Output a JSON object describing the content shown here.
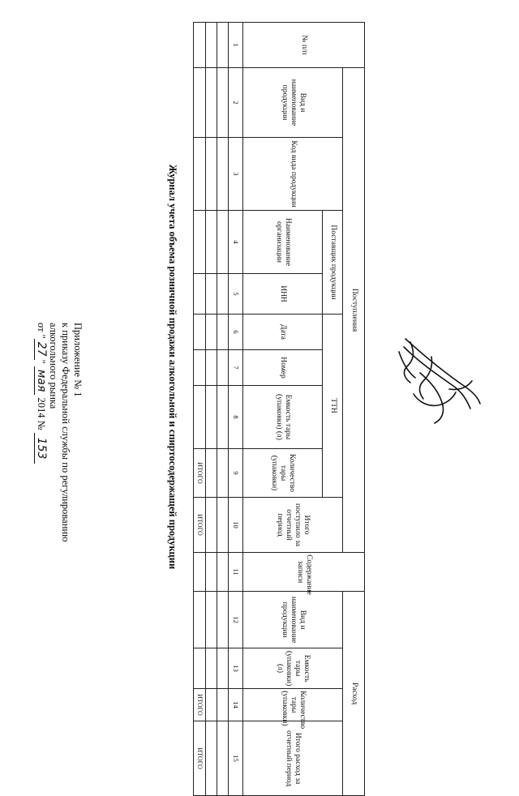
{
  "appendix": {
    "line1": "Приложение № 1",
    "line2": "к приказу Федеральной службы по регулированию",
    "line3": "алкогольного рынка",
    "date_prefix": "от \"",
    "date_day": "27",
    "date_mid": "\"",
    "date_month": "мая",
    "date_year": "2014 №",
    "number": "153"
  },
  "journal_title": "Журнал учета объема розничной продажи алкогольной и спиртосодержащей продукции",
  "table": {
    "col_no": "№ п/п",
    "col_product": "Вид и наименование продукции",
    "col_code": "Код вида продукции",
    "group_receipts": "Поступления",
    "group_supplier": "Поставщик продукции",
    "col_org_name": "Наименование организации",
    "col_inn": "ИНН",
    "group_ttn": "ТТН",
    "col_date": "Дата",
    "col_number": "Номер",
    "col_capacity_in": "Емкость тары (упаковки) (л)",
    "col_qty_in": "Количество тары (упаковки)",
    "col_total_in": "Итого поступило за отчетный период",
    "col_record": "Содержание записи",
    "group_expense": "Расход",
    "col_product_out": "Вид и наименование продукции",
    "col_capacity_out": "Емкость тары (упаковки) (л)",
    "col_qty_out": "Количество тары (упаковки)",
    "col_total_out": "Итого расход за отчетный период",
    "numbers": [
      "1",
      "2",
      "3",
      "4",
      "5",
      "6",
      "7",
      "8",
      "9",
      "10",
      "11",
      "12",
      "13",
      "14",
      "15"
    ],
    "total_label": "ИТОГО"
  }
}
